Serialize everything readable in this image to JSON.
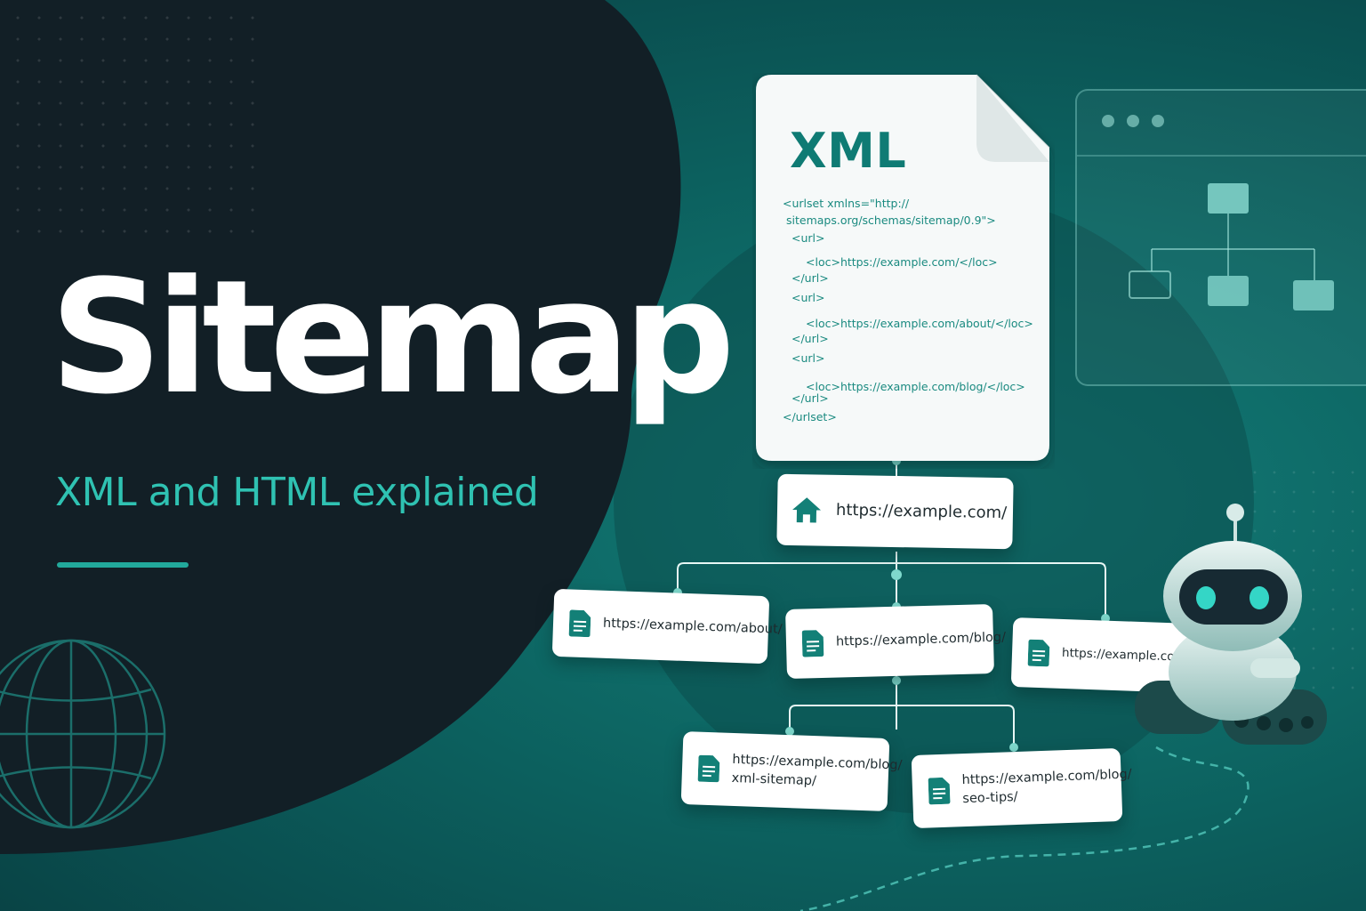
{
  "headline": {
    "title": "Sitemap",
    "subtitle": "XML and HTML explained"
  },
  "xml_document": {
    "label": "XML",
    "code_lines": [
      "<urlset xmlns=\"http://",
      "sitemaps.org/schemas/sitemap/0.9\">",
      "<url>",
      "<loc>https://example.com/</loc>",
      "</url>",
      "<url>",
      "<loc>https://example.com/about/</loc>",
      "</url>",
      "<url>",
      "<loc>https://example.com/blog/</loc>",
      "</url>",
      "</urlset>"
    ]
  },
  "site_tree": {
    "root": "https://example.com/",
    "level1": [
      "https://example.com/about/",
      "https://example.com/blog/",
      "https://example.com/contact/"
    ],
    "level2": [
      "https://example.com/blog/\nxml-sitemap/",
      "https://example.com/blog/\nseo-tips/"
    ]
  },
  "colors": {
    "dark_panel": "#121f26",
    "teal_background": "#0e6d6b",
    "accent": "#2fc2b2",
    "xml_text": "#0f7b74"
  },
  "icons": [
    "home-icon",
    "document-icon",
    "globe-icon",
    "browser-window-icon",
    "sitemap-diagram-icon",
    "robot-crawler-icon"
  ]
}
